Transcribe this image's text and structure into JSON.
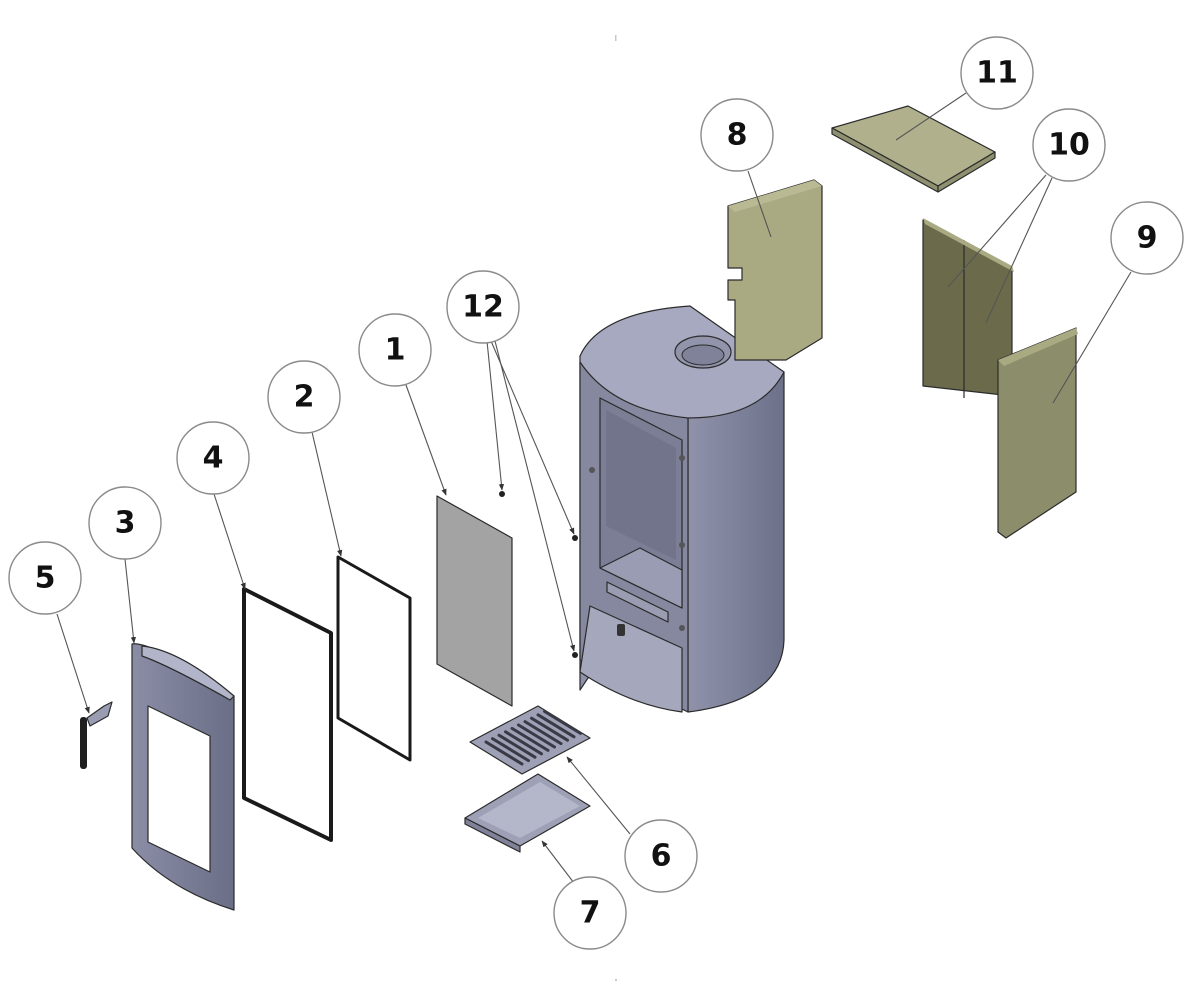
{
  "diagram": {
    "type": "exploded-parts-view",
    "subject": "wood-burning stove",
    "colors": {
      "steel": "#9c9fb5",
      "steel_dark": "#767a92",
      "steel_light": "#b7b9cc",
      "firebrick": "#a9aa82",
      "firebrick_dark": "#6b6b4c",
      "glass": "#a3a3a3",
      "balloon_stroke": "#8a8a8a"
    },
    "balloons": [
      {
        "id": "1",
        "label": "1",
        "part": "door glass"
      },
      {
        "id": "2",
        "label": "2",
        "part": "glass gasket"
      },
      {
        "id": "3",
        "label": "3",
        "part": "door frame"
      },
      {
        "id": "4",
        "label": "4",
        "part": "door seal"
      },
      {
        "id": "5",
        "label": "5",
        "part": "door handle"
      },
      {
        "id": "6",
        "label": "6",
        "part": "grate"
      },
      {
        "id": "7",
        "label": "7",
        "part": "ash pan"
      },
      {
        "id": "8",
        "label": "8",
        "part": "left side firebrick"
      },
      {
        "id": "9",
        "label": "9",
        "part": "right side firebrick"
      },
      {
        "id": "10",
        "label": "10",
        "part": "rear firebricks"
      },
      {
        "id": "11",
        "label": "11",
        "part": "baffle plate"
      },
      {
        "id": "12",
        "label": "12",
        "part": "hinge pins"
      }
    ]
  }
}
